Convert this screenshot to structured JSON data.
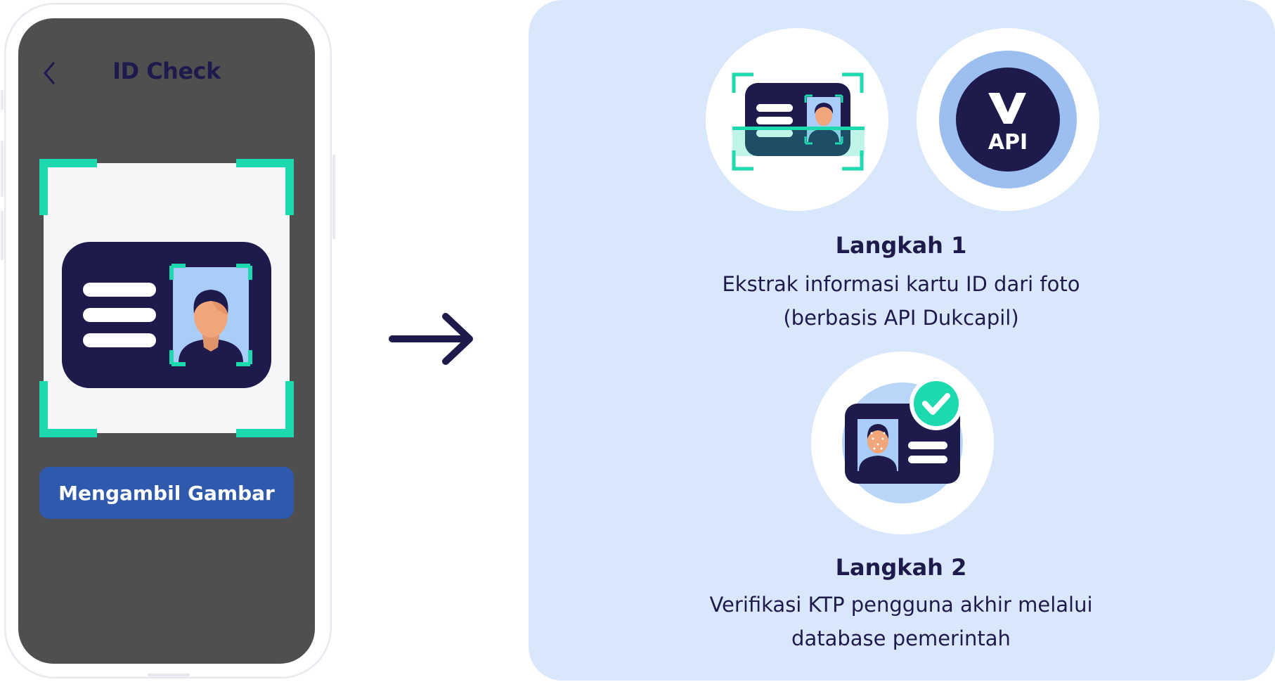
{
  "phone": {
    "title": "ID Check",
    "capture_button_label": "Mengambil Gambar"
  },
  "steps": [
    {
      "title": "Langkah 1",
      "description_line1": "Ekstrak informasi kartu ID dari foto",
      "description_line2": "(berbasis API Dukcapil)",
      "icons": [
        "id-scan-icon",
        "api-logo-icon"
      ],
      "api_logo_text": "API"
    },
    {
      "title": "Langkah 2",
      "description_line1": "Verifikasi KTP pengguna akhir melalui",
      "description_line2": "database pemerintah",
      "icons": [
        "id-verified-icon",
        "checkmark-icon"
      ]
    }
  ],
  "colors": {
    "navy": "#1e1a4c",
    "teal": "#1cd9ae",
    "button_blue": "#2f59ac",
    "panel_blue": "#d9e7fc",
    "phone_screen": "#4f4f4f"
  }
}
